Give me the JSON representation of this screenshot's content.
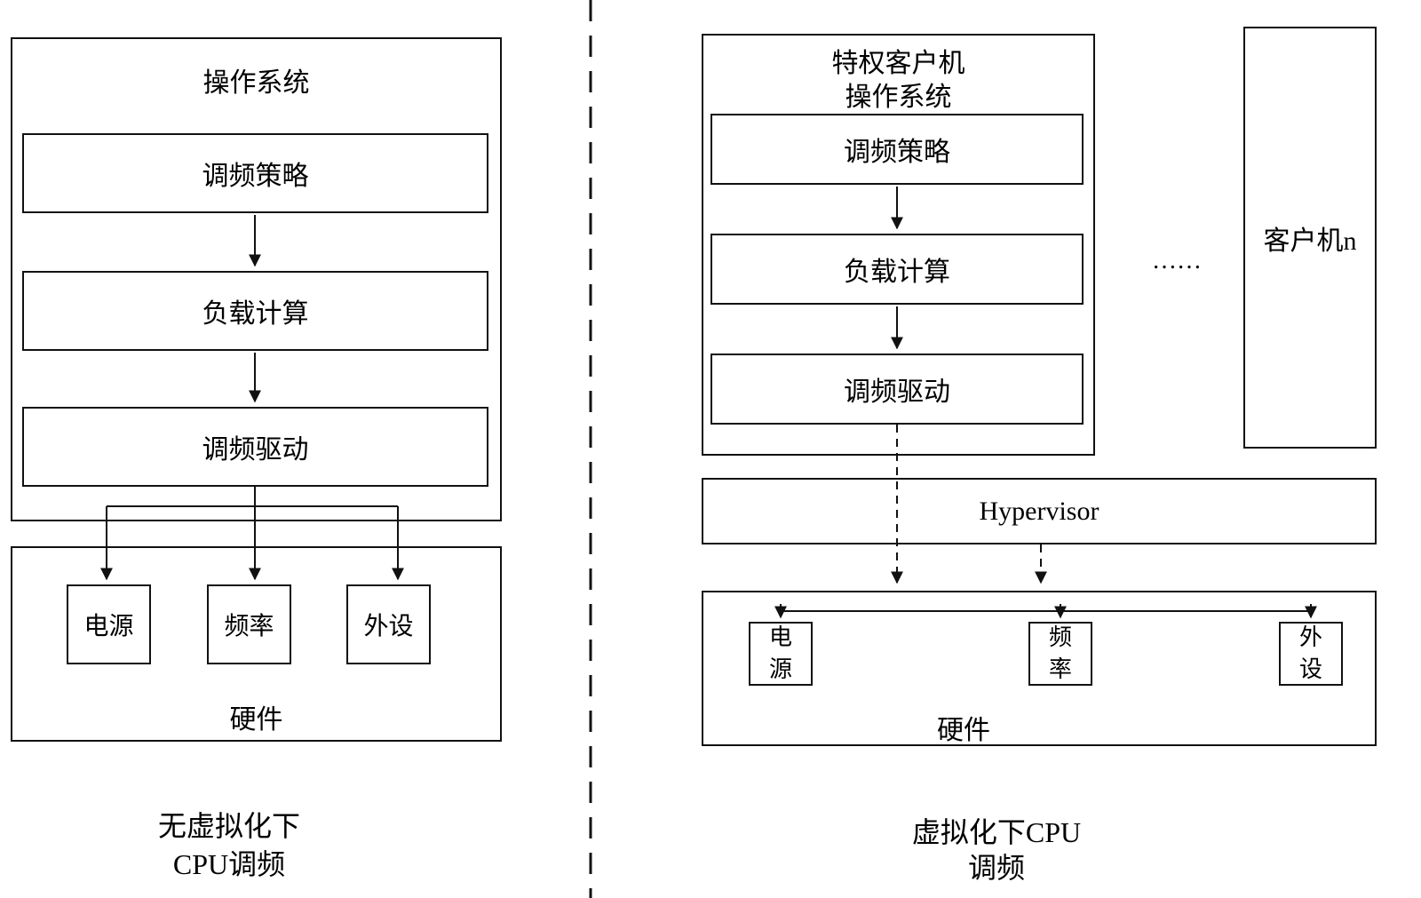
{
  "left": {
    "os_title": "操作系统",
    "policy": "调频策略",
    "load": "负载计算",
    "driver": "调频驱动",
    "hw_title": "硬件",
    "hw_power": "电源",
    "hw_freq": "频率",
    "hw_periph": "外设",
    "caption1": "无虚拟化下",
    "caption2": "CPU调频"
  },
  "right": {
    "os_title1": "特权客户机",
    "os_title2": "操作系统",
    "policy": "调频策略",
    "load": "负载计算",
    "driver": "调频驱动",
    "dots": "……",
    "guest": "客户机n",
    "hypervisor": "Hypervisor",
    "hw_title": "硬件",
    "hw_power_l1": "电",
    "hw_power_l2": "源",
    "hw_freq_l1": "频",
    "hw_freq_l2": "率",
    "hw_periph_l1": "外",
    "hw_periph_l2": "设",
    "caption1": "虚拟化下CPU",
    "caption2": "调频"
  },
  "colors": {
    "line": "#111111",
    "background": "#ffffff"
  }
}
